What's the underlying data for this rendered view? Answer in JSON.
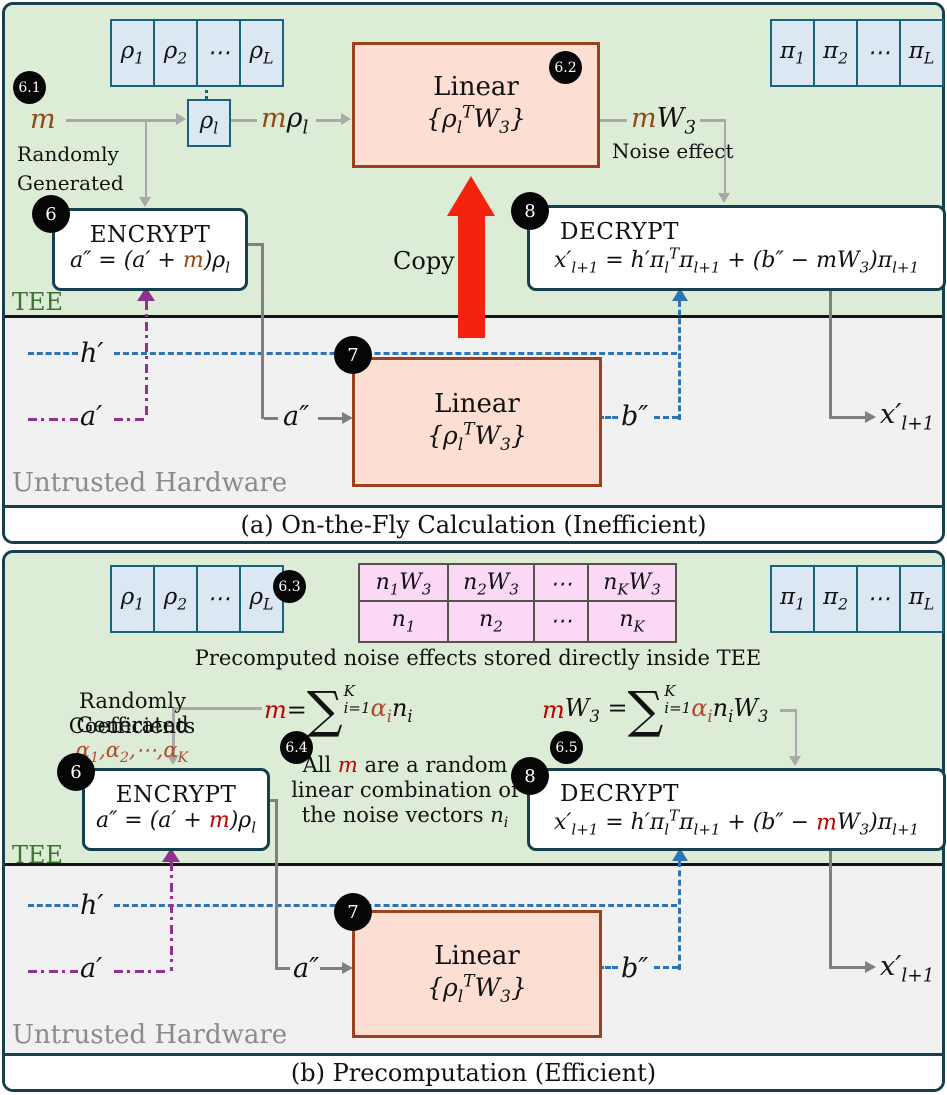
{
  "colors": {
    "tee_bg": "#dcecd6",
    "untrusted_bg": "#f1f1f1",
    "frame": "#16404e",
    "vector_fill": "#dbe8f4",
    "vector_border": "#17647a",
    "linear_fill": "#fcdfd2",
    "linear_border": "#9a421c",
    "noise_table_fill": "#fbd8f5",
    "copy_arrow": "#f3230d",
    "h_line": "#2e74b5",
    "a_line": "#8f3190",
    "m_color_a": "#8e4a12",
    "m_color_b": "#c00000",
    "alpha_color": "#b5492f"
  },
  "shared": {
    "tee": "TEE",
    "untrusted": "Untrusted Hardware",
    "rho_row": [
      "ρ_{1}",
      "ρ_{2}",
      "⋯",
      "ρ_{L}"
    ],
    "pi_row": [
      "π_{1}",
      "π_{2}",
      "⋯",
      "π_{L}"
    ],
    "linear_title": "Linear",
    "linear_formula": [
      [
        "{ρ_{l}^{T}W_{3}}"
      ]
    ],
    "encrypt_title": "ENCRYPT",
    "decrypt_title": "DECRYPT",
    "h_label": "h′",
    "a_label": "a′",
    "a2_label": "a″",
    "b2_label": "b″",
    "x_out": "x′_{l+1}"
  },
  "panel_a": {
    "caption": "(a) On-the-Fly Calculation (Inefficient)",
    "badges": {
      "n61": "6.1",
      "n62": "6.2",
      "n6": "6",
      "n7": "7",
      "n8": "8"
    },
    "m_label": [
      [
        "m",
        "mbrown"
      ]
    ],
    "randomly": "Randomly\nGenerated",
    "rho_l": "ρ_{l}",
    "m_rho": [
      [
        "m",
        "mbrown"
      ],
      [
        "ρ_{l}"
      ]
    ],
    "mw3": [
      [
        "m",
        "mbrown"
      ],
      [
        "W_{3}"
      ]
    ],
    "noise_effect": "Noise effect",
    "copy": "Copy",
    "encrypt_formula": [
      [
        "a″ = (a′ + "
      ],
      [
        "m",
        "mbrown"
      ],
      [
        ")ρ_{l}"
      ]
    ],
    "decrypt_formula": [
      [
        "x′_{l+1} = h′π_{l}^{T}π_{l+1} + (b″ − mW_{3})π_{l+1}"
      ]
    ]
  },
  "panel_b": {
    "caption": "(b) Precomputation (Efficient)",
    "badges": {
      "n63": "6.3",
      "n64": "6.4",
      "n65": "6.5",
      "n6": "6",
      "n7": "7",
      "n8": "8"
    },
    "noise_table": {
      "row1": [
        "n_{1}W_{3}",
        "n_{2}W_{3}",
        "⋯",
        "n_{K}W_{3}"
      ],
      "row2": [
        "n_{1}",
        "n_{2}",
        "⋯",
        "n_{K}"
      ]
    },
    "table_caption": "Precomputed noise effects stored directly inside TEE",
    "coeff_line1": "Randomly Generated",
    "coeff_line2": [
      [
        "Coefficients "
      ],
      [
        "α_{1},α_{2},⋯,α_{K}",
        "alpha"
      ]
    ],
    "m_sum": [
      [
        "m",
        "mred"
      ],
      [
        " = "
      ],
      [
        "∑",
        "sig"
      ],
      [
        "K\ni=1",
        "lims"
      ],
      [
        "α_{i}",
        "alpha"
      ],
      [
        "n_{i}"
      ]
    ],
    "mw_sum": [
      [
        "m",
        "mred"
      ],
      [
        "W_{3} = "
      ],
      [
        "∑",
        "sig"
      ],
      [
        "K\ni=1",
        "lims"
      ],
      [
        "α_{i}",
        "alpha"
      ],
      [
        "n_{i}W_{3}"
      ]
    ],
    "all_m_note": [
      [
        "All "
      ],
      [
        "m",
        "mred"
      ],
      [
        " are a random\nlinear combination of\nthe noise vectors ",
        ""
      ],
      [
        "n_{i}",
        "it"
      ]
    ],
    "encrypt_formula": [
      [
        "a″ = (a′ + "
      ],
      [
        "m",
        "mred"
      ],
      [
        ")ρ_{l}"
      ]
    ],
    "decrypt_formula": [
      [
        "x′_{l+1} = h′π_{l}^{T}π_{l+1} + (b″ − "
      ],
      [
        "m",
        "mred"
      ],
      [
        "W_{3})π_{l+1}"
      ]
    ]
  }
}
